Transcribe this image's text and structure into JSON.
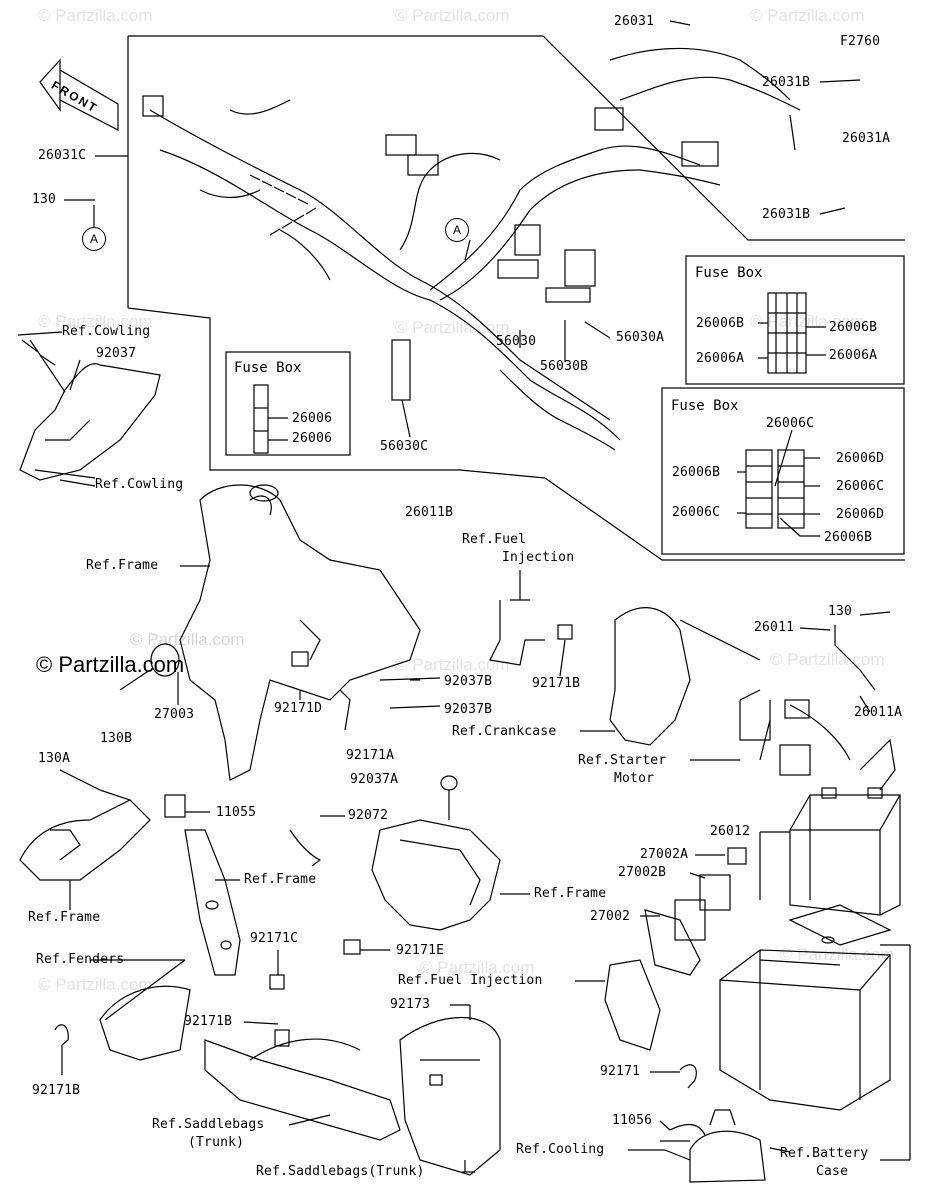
{
  "watermarks": [
    "© Partzilla.com",
    "© Partzilla.com",
    "© Partzilla.com",
    "© Partzilla.com",
    "© Partzilla.com",
    "© Partzilla.com",
    "© Partzilla.com",
    "© Partzilla.com",
    "© Partzilla.com",
    "© Partzilla.com",
    "© Partzilla.com",
    "© Partzilla.com"
  ],
  "main_watermark": "© Partzilla.com",
  "front_label": "FRONT",
  "callout_a": "A",
  "fuse_box_title": "Fuse Box",
  "labels": {
    "p26031": "26031",
    "f2760": "F2760",
    "p26031b_1": "26031B",
    "p26031a": "26031A",
    "p26031b_2": "26031B",
    "p26031c": "26031C",
    "p130": "130",
    "ref_cowling_1": "Ref.Cowling",
    "p92037": "92037",
    "ref_cowling_2": "Ref.Cowling",
    "p56030": "56030",
    "p56030b": "56030B",
    "p56030a": "56030A",
    "p56030c": "56030C",
    "fb1_26006_1": "26006",
    "fb1_26006_2": "26006",
    "fb2_26006b_l": "26006B",
    "fb2_26006b_r": "26006B",
    "fb2_26006a_l": "26006A",
    "fb2_26006a_r": "26006A",
    "fb3_26006c_top": "26006C",
    "fb3_26006b_l": "26006B",
    "fb3_26006c_l": "26006C",
    "fb3_26006d_1": "26006D",
    "fb3_26006c_r": "26006C",
    "fb3_26006d_2": "26006D",
    "fb3_26006b_bot": "26006B",
    "p26011b": "26011B",
    "ref_fuel_injection_1": "Ref.Fuel",
    "ref_fuel_injection_1b": "Injection",
    "ref_frame_1": "Ref.Frame",
    "p27003": "27003",
    "p130b": "130B",
    "p92171d": "92171D",
    "p92037b_1": "92037B",
    "p92037b_2": "92037B",
    "p92171b_1": "92171B",
    "ref_crankcase": "Ref.Crankcase",
    "p130_2": "130",
    "p26011": "26011",
    "p26011a": "26011A",
    "ref_starter": "Ref.Starter",
    "ref_starter_b": "Motor",
    "p130a": "130A",
    "p92171a": "92171A",
    "p92037a": "92037A",
    "p11055": "11055",
    "p92072": "92072",
    "ref_frame_2": "Ref.Frame",
    "ref_frame_3": "Ref.Frame",
    "ref_frame_4": "Ref.Frame",
    "p26012": "26012",
    "p27002a": "27002A",
    "p27002b": "27002B",
    "p27002": "27002",
    "p92171c": "92171C",
    "p92171e": "92171E",
    "ref_fenders": "Ref.Fenders",
    "ref_fuel_injection_2": "Ref.Fuel Injection",
    "p92173": "92173",
    "p92171b_2": "92171B",
    "p92171b_3": "92171B",
    "p92171": "92171",
    "p11056": "11056",
    "ref_saddlebags_1": "Ref.Saddlebags",
    "ref_saddlebags_1b": "(Trunk)",
    "ref_cooling": "Ref.Cooling",
    "ref_battery": "Ref.Battery",
    "ref_battery_b": "Case",
    "ref_saddlebags_2": "Ref.Saddlebags(Trunk)"
  }
}
